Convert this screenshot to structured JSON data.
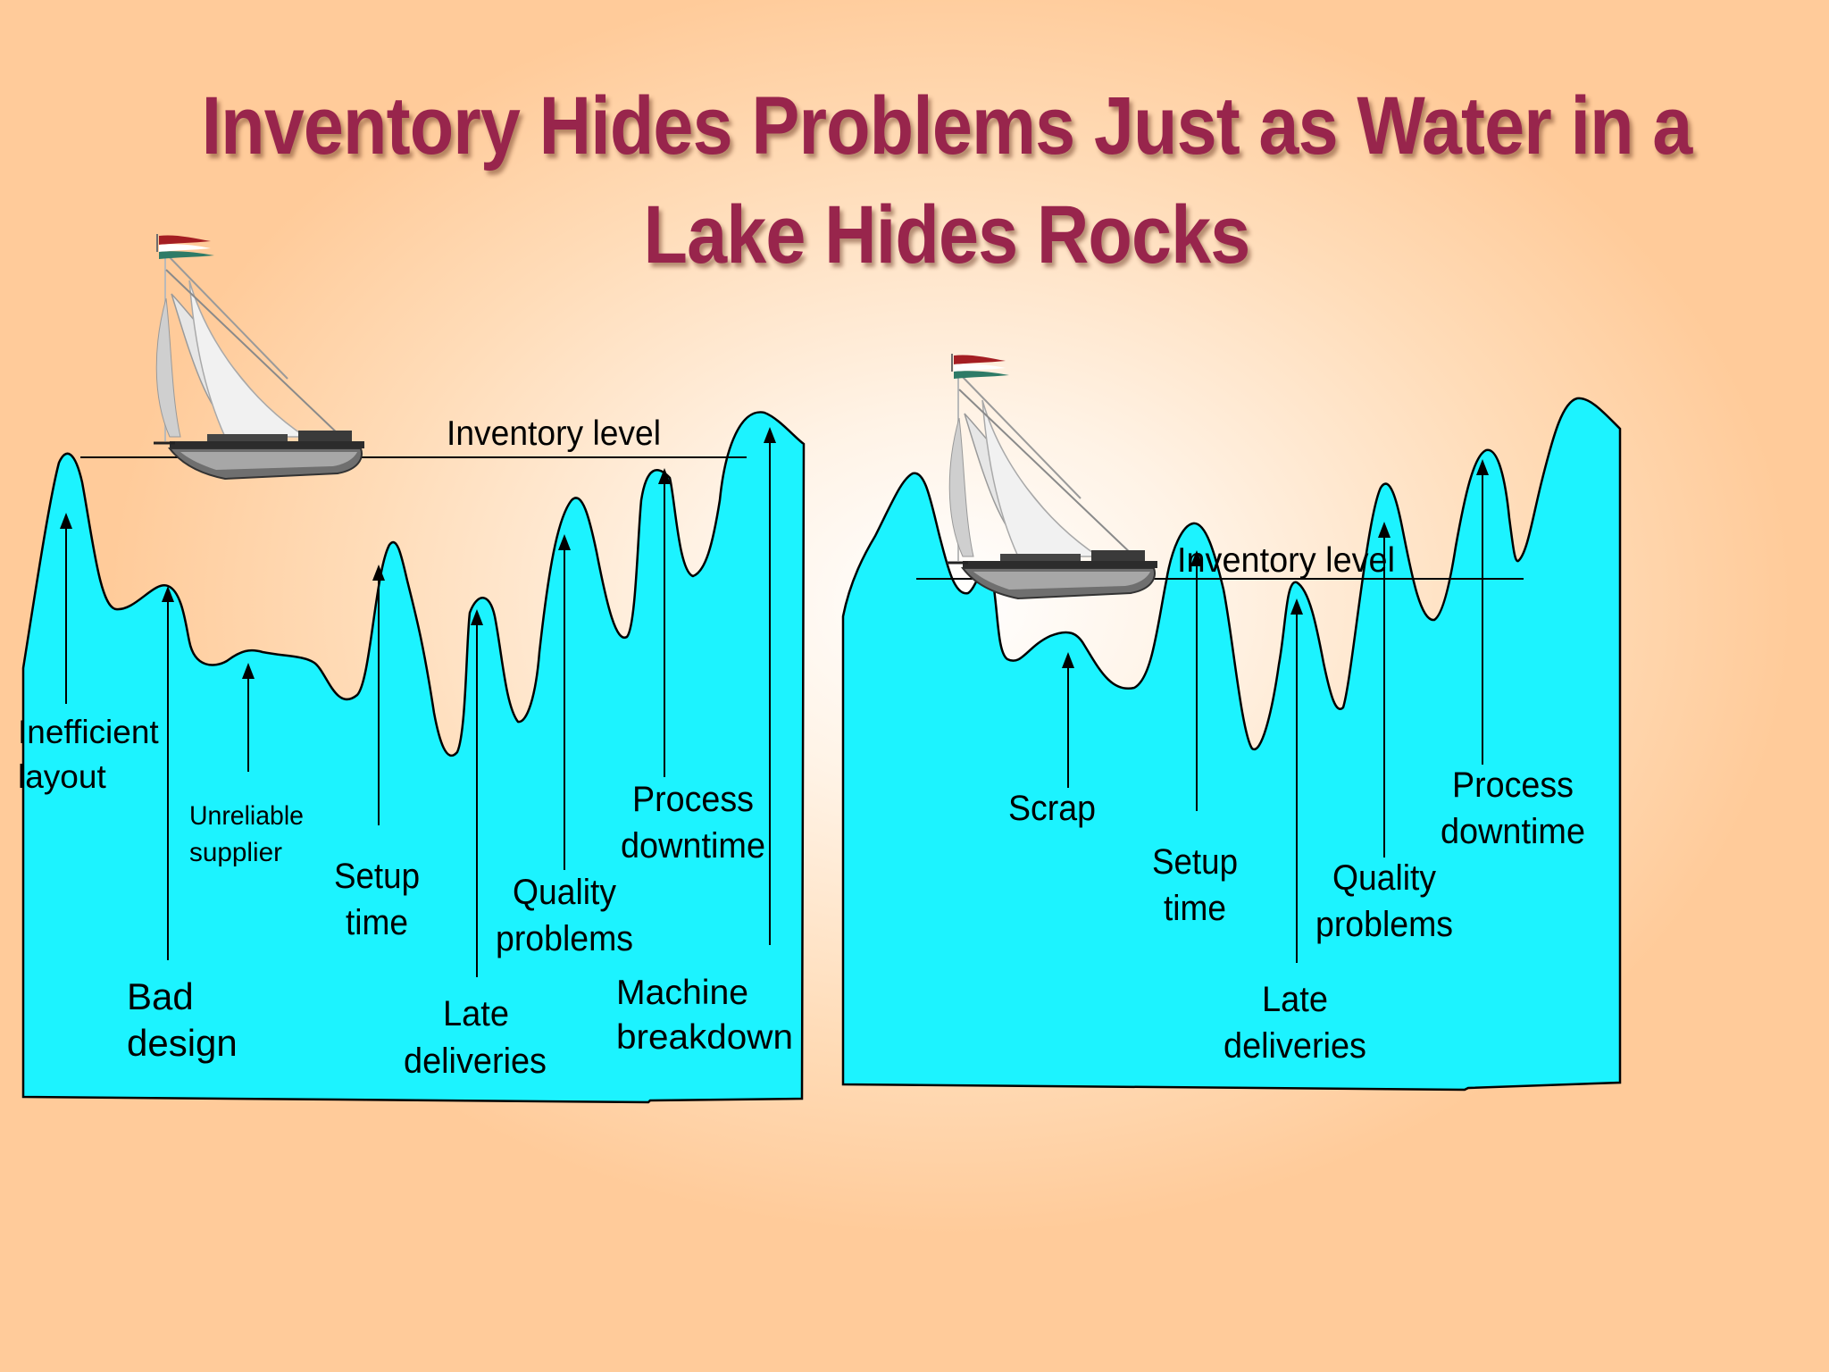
{
  "title": {
    "line1": "Inventory Hides Problems Just as Water in a",
    "line2": "Lake Hides Rocks"
  },
  "colors": {
    "water": "#1cf3ff",
    "title": "#98254c",
    "background": "#ffcb9a"
  },
  "icons": {
    "boat": "sailboat-icon",
    "flag": "pennant-flag-icon"
  },
  "left_lake": {
    "inventory_label": "Inventory level",
    "rocks": [
      {
        "line1": "Inefficient",
        "line2": "layout"
      },
      {
        "line1": "Bad",
        "line2": "design"
      },
      {
        "line1": "Unreliable",
        "line2": "supplier"
      },
      {
        "line1": "Setup",
        "line2": "time"
      },
      {
        "line1": "Late",
        "line2": "deliveries"
      },
      {
        "line1": "Quality",
        "line2": "problems"
      },
      {
        "line1": "Process",
        "line2": "downtime"
      },
      {
        "line1": "Machine",
        "line2": "breakdown"
      }
    ]
  },
  "right_lake": {
    "inventory_label": "Inventory level",
    "rocks": [
      {
        "line1": "Scrap",
        "line2": ""
      },
      {
        "line1": "Setup",
        "line2": "time"
      },
      {
        "line1": "Late",
        "line2": "deliveries"
      },
      {
        "line1": "Quality",
        "line2": "problems"
      },
      {
        "line1": "Process",
        "line2": "downtime"
      }
    ]
  }
}
